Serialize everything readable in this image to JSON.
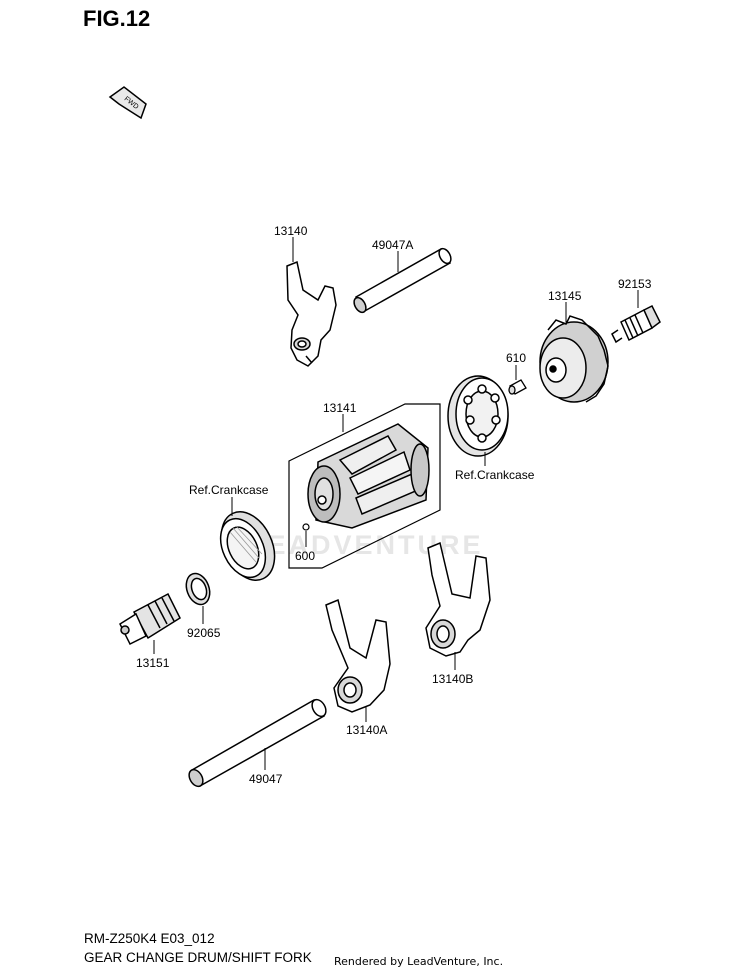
{
  "figure": {
    "title": "FIG.12"
  },
  "fwd_label": "FWD",
  "watermark": "LEADVENTURE",
  "labels": {
    "p13140": "13140",
    "p49047A": "49047A",
    "p13145": "13145",
    "p92153": "92153",
    "p610": "610",
    "p13141": "13141",
    "ref_crankcase_right": "Ref.Crankcase",
    "ref_crankcase_left": "Ref.Crankcase",
    "p600": "600",
    "p92065": "92065",
    "p13151": "13151",
    "p13140B": "13140B",
    "p13140A": "13140A",
    "p49047": "49047"
  },
  "footer": {
    "model_code": "RM-Z250K4 E03_012",
    "title": "GEAR CHANGE DRUM/SHIFT FORK",
    "rendered_by": "Rendered by LeadVenture, Inc."
  }
}
